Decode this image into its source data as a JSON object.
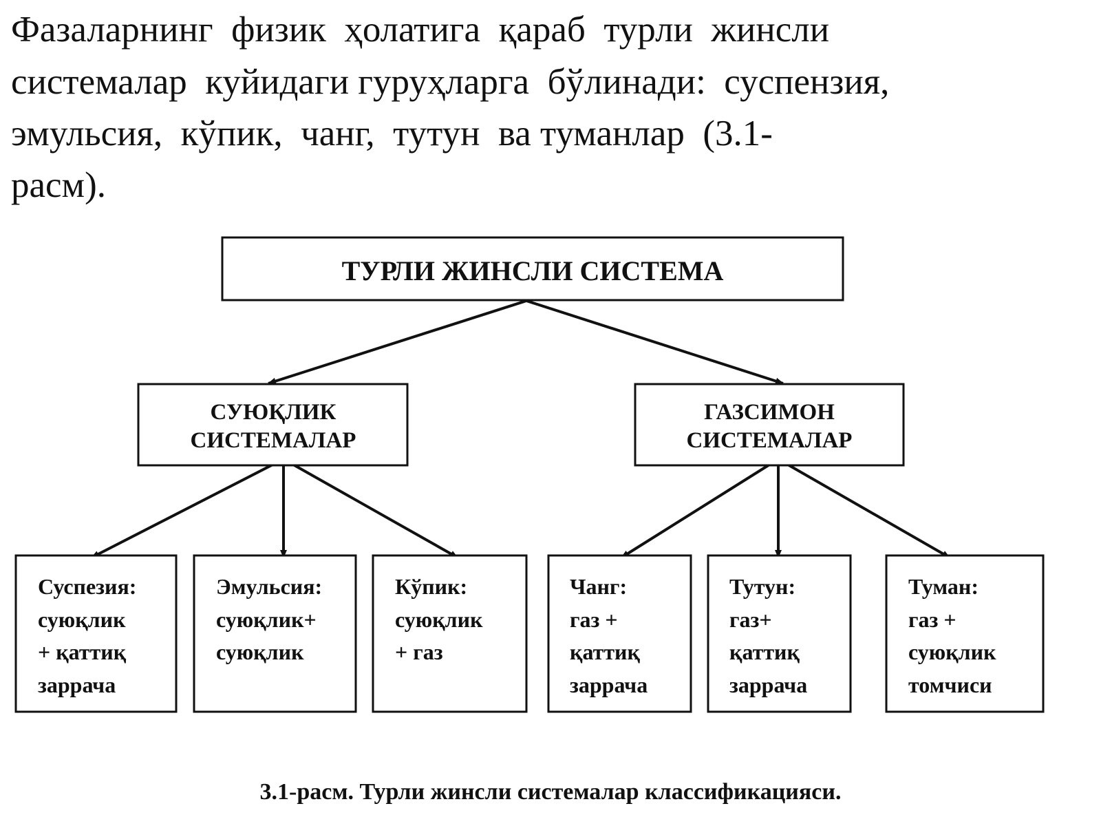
{
  "intro": {
    "lines": [
      "Фазаларнинг  физик  ҳолатига  қараб  турли  жинсли",
      "системалар  куйидаги гуруҳларга  бўлинади:  суспензия,",
      "эмульсия,  кўпик,  чанг,  тутун  ва туманлар  (3.1-",
      "расм)."
    ]
  },
  "diagram": {
    "root": {
      "label": "ТУРЛИ ЖИНСЛИ СИСТЕМА"
    },
    "groups": [
      {
        "id": "liquid",
        "label_lines": [
          "СУЮҚЛИК",
          "СИСТЕМАЛАР"
        ],
        "leaves": [
          {
            "id": "suspension",
            "lines": [
              "Суспезия:",
              "суюқлик",
              "+ қаттиқ",
              "заррача"
            ]
          },
          {
            "id": "emulsion",
            "lines": [
              "Эмульсия:",
              "суюқлик+",
              "суюқлик"
            ]
          },
          {
            "id": "foam",
            "lines": [
              "Кўпик:",
              "суюқлик",
              "+ газ"
            ]
          }
        ]
      },
      {
        "id": "gas",
        "label_lines": [
          "ГАЗСИМОН",
          "СИСТЕМАЛАР"
        ],
        "leaves": [
          {
            "id": "dust",
            "lines": [
              "Чанг:",
              "газ +",
              "қаттиқ",
              "заррача"
            ]
          },
          {
            "id": "smoke",
            "lines": [
              "Тутун:",
              "газ+",
              "қаттиқ",
              "заррача"
            ]
          },
          {
            "id": "fog",
            "lines": [
              "Туман:",
              "газ +",
              "суюқлик",
              "томчиси"
            ]
          }
        ]
      }
    ]
  },
  "caption": "3.1-расм. Турли жинсли системалар классификацияси."
}
